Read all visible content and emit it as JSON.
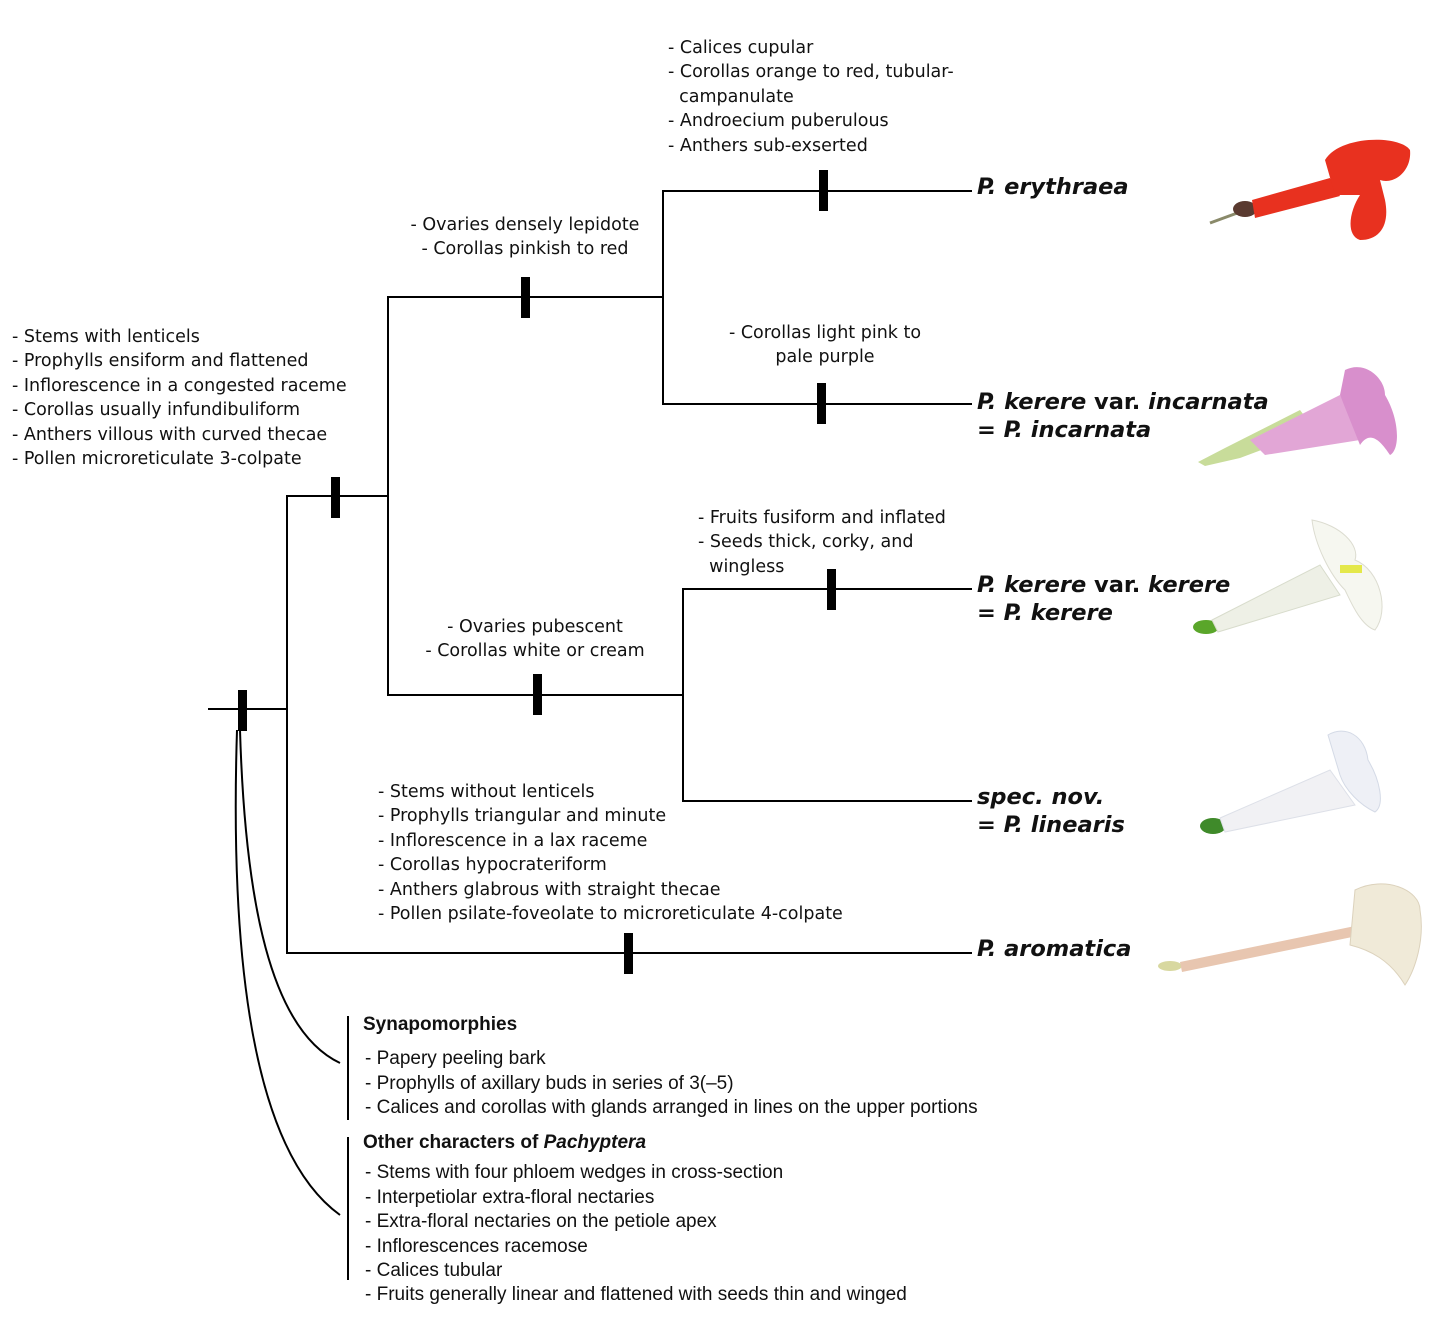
{
  "root_characters": [
    "- Stems with lenticels",
    "- Prophylls ensiform and flattened",
    "- Inflorescence in a congested raceme",
    "- Corollas usually infundibuliform",
    "- Anthers villous with curved thecae",
    "- Pollen microreticulate 3-colpate"
  ],
  "erythraea_characters": [
    "- Calices cupular",
    "- Corollas orange to red, tubular-",
    "  campanulate",
    "- Androecium puberulous",
    "- Anthers sub-exserted"
  ],
  "upper_clade_characters": [
    "- Ovaries densely lepidote",
    "- Corollas pinkish to red"
  ],
  "incarnata_characters": [
    "- Corollas light pink to",
    "pale purple"
  ],
  "kerere_characters": [
    "- Fruits fusiform and inflated",
    "- Seeds thick, corky, and",
    "  wingless"
  ],
  "lower_clade_characters": [
    "- Ovaries pubescent",
    "- Corollas white or cream"
  ],
  "aromatica_characters": [
    "- Stems without lenticels",
    "- Prophylls triangular and minute",
    "- Inflorescence in a lax raceme",
    "- Corollas hypocrateriform",
    "- Anthers glabrous with straight thecae",
    "- Pollen psilate-foveolate to microreticulate 4-colpate"
  ],
  "synapomorphies": {
    "title": "Synapomorphies",
    "items": [
      "- Papery peeling bark",
      "- Prophylls of axillary buds in series of 3(–5)",
      "- Calices and corollas with glands arranged in lines on the upper portions"
    ]
  },
  "other_characters": {
    "title_prefix": "Other characters of ",
    "title_genus": "Pachyptera",
    "items": [
      "- Stems with four phloem wedges in cross-section",
      "- Interpetiolar extra-floral nectaries",
      "- Extra-floral nectaries on the petiole apex",
      "- Inflorescences racemose",
      "- Calices tubular",
      "- Fruits generally linear and flattened with seeds thin and winged"
    ]
  },
  "taxa": {
    "erythraea": {
      "name": "P. erythraea"
    },
    "incarnata": {
      "name_a": "P. kerere ",
      "rank": "var.",
      "name_b": " incarnata",
      "synonym": "= P. incarnata"
    },
    "kerere": {
      "name_a": "P. kerere ",
      "rank": "var.",
      "name_b": " kerere",
      "synonym": "= P. kerere"
    },
    "linearis": {
      "name": "spec. nov.",
      "synonym": "= P. linearis"
    },
    "aromatica": {
      "name": "P. aromatica"
    }
  },
  "flower_colors": {
    "erythraea": "#e8311f",
    "incarnata": "#e2a6d6",
    "kerere": "#f4f6ee",
    "linearis": "#f1f2f6",
    "aromatica": "#efe4d4"
  }
}
